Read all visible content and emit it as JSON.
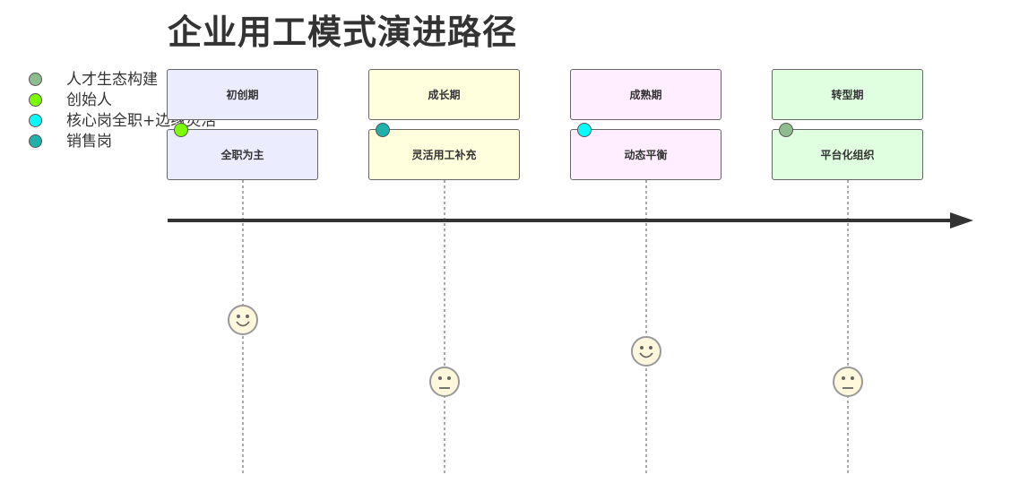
{
  "title": "企业用工模式演进路径",
  "legend": [
    {
      "label": "人才生态构建",
      "color": "#8fbc8f"
    },
    {
      "label": "创始人",
      "color": "#7cfc00"
    },
    {
      "label": "核心岗全职+边缘灵活",
      "color": "#00ffff"
    },
    {
      "label": "销售岗",
      "color": "#20b2aa"
    }
  ],
  "stages": [
    {
      "stage": "初创期",
      "mode": "全职为主",
      "fill": "#ececff",
      "marker_color": "#7cfc00",
      "face": "smile"
    },
    {
      "stage": "成长期",
      "mode": "灵活用工补充",
      "fill": "#ffffde",
      "marker_color": "#20b2aa",
      "face": "neutral"
    },
    {
      "stage": "成熟期",
      "mode": "动态平衡",
      "fill": "#ffeeff",
      "marker_color": "#00ffff",
      "face": "smile"
    },
    {
      "stage": "转型期",
      "mode": "平台化组织",
      "fill": "#e0ffe0",
      "marker_color": "#8fbc8f",
      "face": "neutral"
    }
  ]
}
